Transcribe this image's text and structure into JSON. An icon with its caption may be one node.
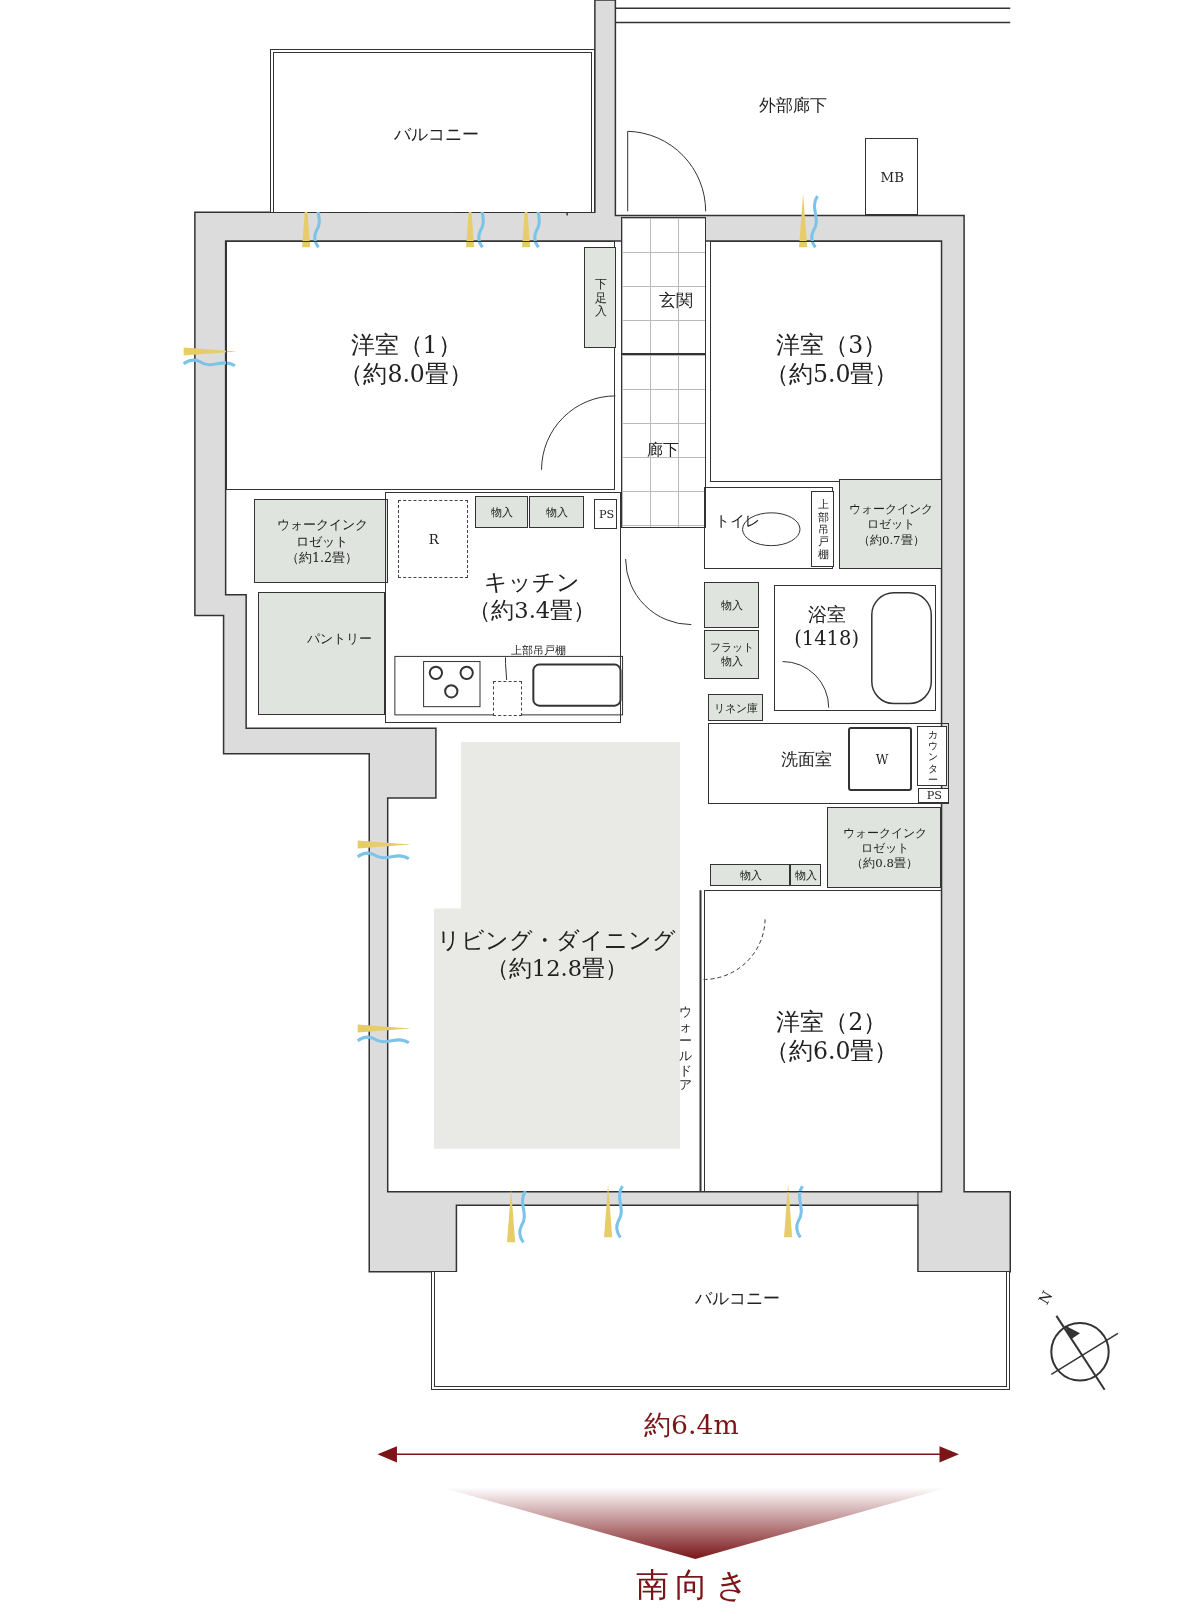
{
  "diagram": {
    "nodes": [
      {
        "text": [
          "バルコニー"
        ]
      },
      {
        "text": [
          "外部廊下"
        ]
      },
      {
        "text": [
          "MB"
        ]
      },
      {
        "text": [
          "洋室（1）",
          "（約8.0畳）"
        ]
      },
      {
        "text": [
          "下足入"
        ],
        "in": 3
      },
      {
        "text": [
          "玄関"
        ]
      },
      {
        "text": [
          "廊下"
        ]
      },
      {
        "text": [
          "洋室（3）",
          "（約5.0畳）"
        ]
      },
      {
        "text": [
          "ウォークインクロゼット",
          "（約1.2畳）"
        ]
      },
      {
        "text": [
          "パントリー"
        ]
      },
      {
        "text": [
          "キッチン",
          "（約3.4畳）"
        ]
      },
      {
        "text": [
          "R"
        ],
        "in": 10
      },
      {
        "text": [
          "物入"
        ],
        "in": 10
      },
      {
        "text": [
          "物入"
        ],
        "in": 10
      },
      {
        "text": [
          "PS"
        ],
        "in": 10
      },
      {
        "text": [
          "上部吊戸棚"
        ],
        "in": 10
      },
      {
        "text": [],
        "shape": "box",
        "in": 10
      },
      {
        "text": [
          "トイレ"
        ]
      },
      {
        "text": [
          "上部吊戸棚"
        ],
        "in": 17
      },
      {
        "text": [
          "ウォークインクロゼット",
          "（約0.7畳）"
        ]
      },
      {
        "text": [
          "物入"
        ]
      },
      {
        "text": [
          "フラット物入"
        ]
      },
      {
        "text": [
          "浴室",
          "(1418)"
        ]
      },
      {
        "text": [
          "リネン庫"
        ]
      },
      {
        "text": [
          "洗面室"
        ]
      },
      {
        "text": [
          "W"
        ],
        "in": 24
      },
      {
        "text": [
          "カウンター"
        ],
        "in": 24
      },
      {
        "text": [
          "PS"
        ],
        "in": 24
      },
      {
        "text": [
          "ウォークインクロゼット",
          "（約0.8畳）"
        ]
      },
      {
        "text": [
          "物入"
        ]
      },
      {
        "text": [
          "物入"
        ]
      },
      {
        "text": [
          "洋室（2）",
          "（約6.0畳）"
        ]
      },
      {
        "text": [
          "リビング・ダイニング",
          "（約12.8畳）"
        ]
      },
      {
        "text": [
          "バルコニー"
        ]
      }
    ],
    "edges": [
      {
        "from": 15,
        "to": 16,
        "arrow": "none"
      }
    ],
    "labels": [
      "ウォールドア",
      "N",
      "約6.4m",
      "南向き"
    ]
  }
}
